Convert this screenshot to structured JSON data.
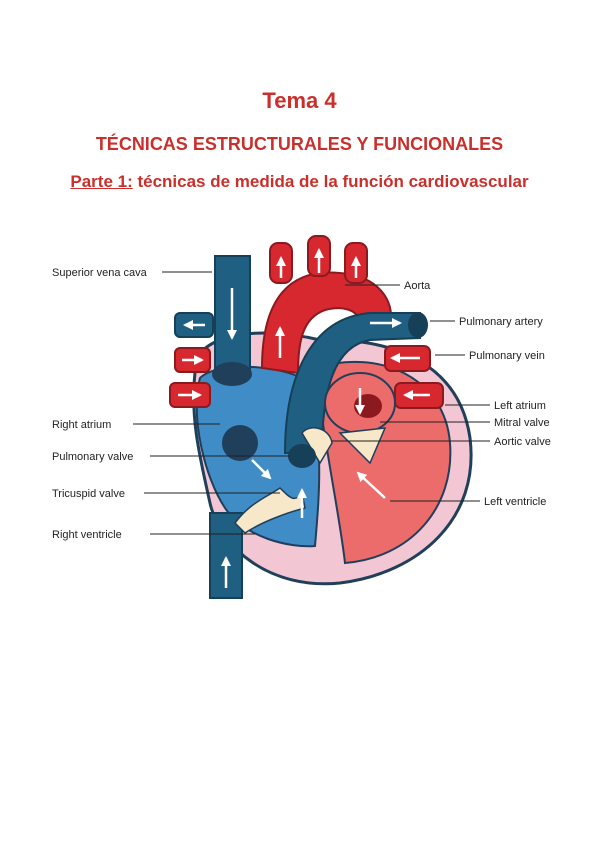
{
  "header": {
    "tema": "Tema 4",
    "subtitle": "TÉCNICAS ESTRUCTURALES Y FUNCIONALES",
    "parte_label": "Parte 1:",
    "parte_text": " técnicas de medida de la función cardiovascular"
  },
  "diagram": {
    "labels": {
      "superior_vena_cava": "Superior vena cava",
      "aorta": "Aorta",
      "pulmonary_artery": "Pulmonary artery",
      "pulmonary_vein": "Pulmonary vein",
      "left_atrium": "Left atrium",
      "right_atrium": "Right atrium",
      "mitral_valve": "Mitral valve",
      "aortic_valve": "Aortic valve",
      "pulmonary_valve": "Pulmonary valve",
      "tricuspid_valve": "Tricuspid valve",
      "left_ventricle": "Left ventricle",
      "right_ventricle": "Right ventricle"
    },
    "colors": {
      "oxygenated": "#d8282f",
      "deoxygenated": "#1f5f82",
      "right_chamber": "#3f8cc6",
      "left_chamber": "#ec6b6b",
      "pericardium": "#f2c6d3",
      "valve": "#f6e8c8"
    }
  }
}
